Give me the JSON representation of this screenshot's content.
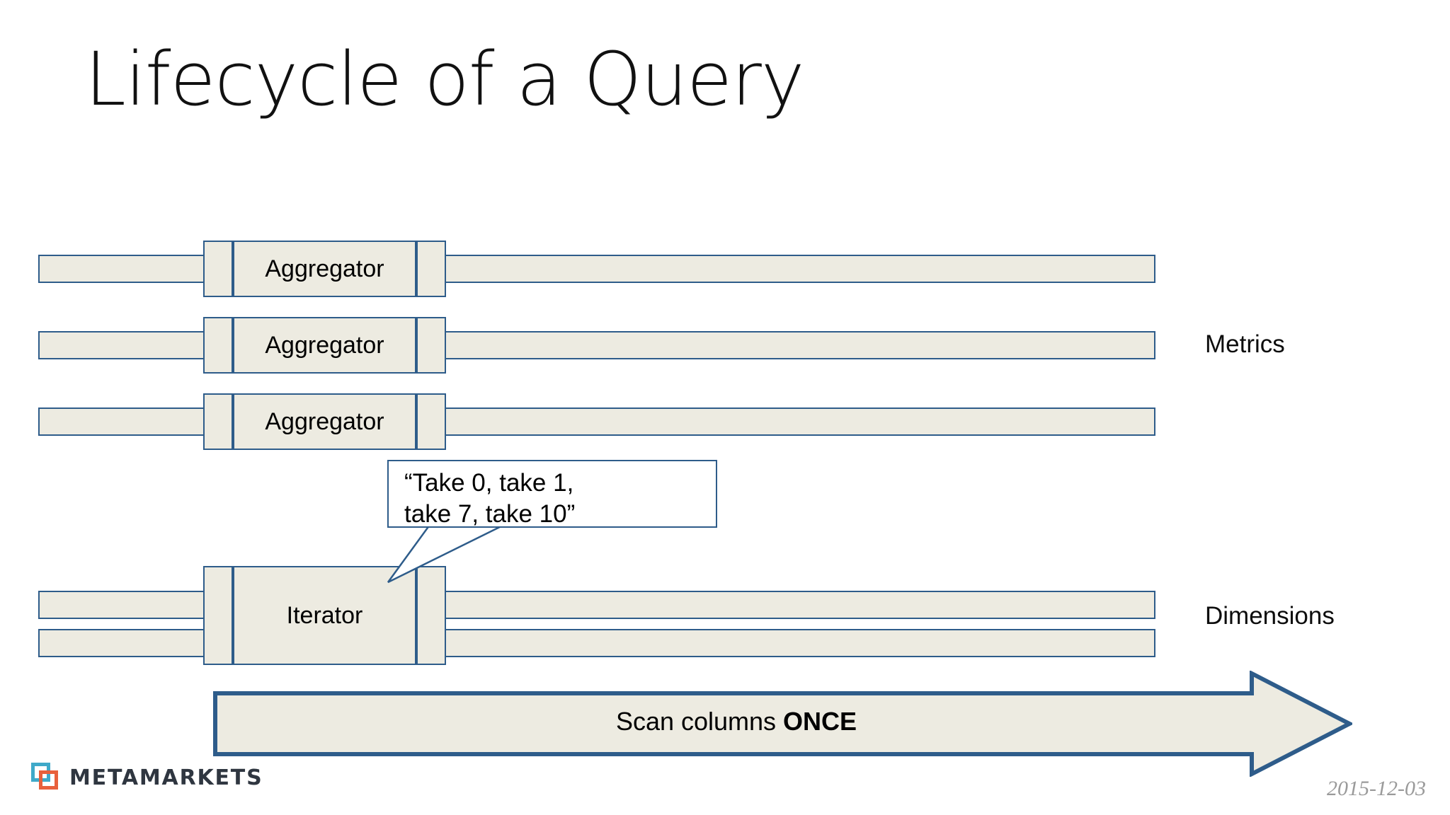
{
  "slide": {
    "title": "Lifecycle of a Query",
    "date": "2015-12-03",
    "background_color": "#ffffff",
    "accent_border_color": "#2e5c8a",
    "fill_color": "#edebe1"
  },
  "diagram": {
    "metrics_rows": [
      {
        "cell_label": "Aggregator"
      },
      {
        "cell_label": "Aggregator"
      },
      {
        "cell_label": "Aggregator"
      }
    ],
    "dimensions_rows": [
      {
        "cell_label": "Iterator"
      }
    ],
    "group_labels": {
      "metrics": "Metrics",
      "dimensions": "Dimensions"
    },
    "callout": {
      "text": "“Take 0, take 1,\ntake 7, take 10”"
    },
    "scan_arrow": {
      "prefix": "Scan columns ",
      "emphasis": "ONCE"
    }
  },
  "footer": {
    "logo_text": "METAMARKETS",
    "logo_square_colors": {
      "blue": "#3fa9c9",
      "orange": "#e8603c"
    }
  }
}
